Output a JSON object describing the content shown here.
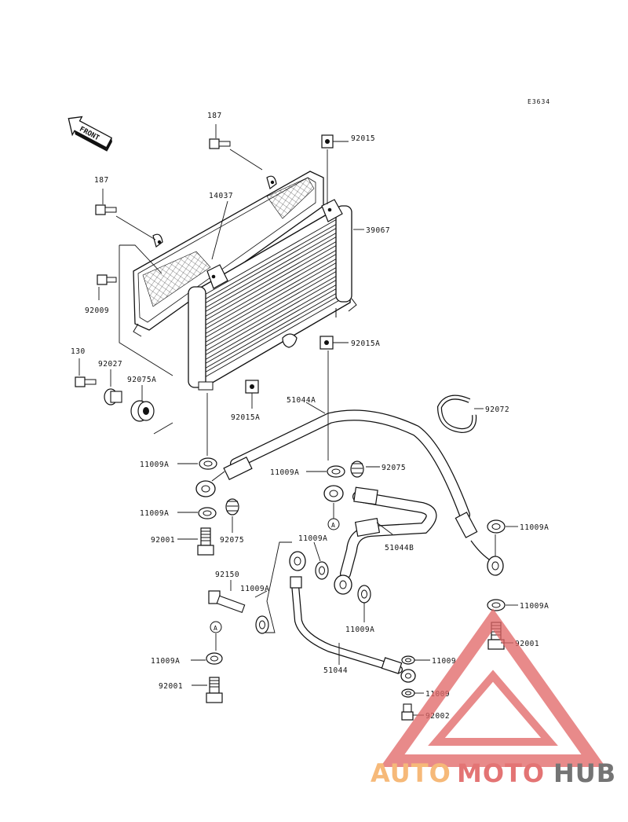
{
  "diagram_code": "E3634",
  "front_label": "FRONT",
  "parts": {
    "p187a": "187",
    "p187b": "187",
    "p14037": "14037",
    "p92015": "92015",
    "p39067": "39067",
    "p92009": "92009",
    "p92015A_1": "92015A",
    "p92015A_2": "92015A",
    "p130": "130",
    "p92027": "92027",
    "p92075A": "92075A",
    "p51044A": "51044A",
    "p92072": "92072",
    "p11009A_1": "11009A",
    "p11009A_2": "11009A",
    "p92075_1": "92075",
    "p11009A_3": "11009A",
    "p92001_1": "92001",
    "p92075_2": "92075",
    "p11009A_4": "11009A",
    "p51044B": "51044B",
    "p11009A_5": "11009A",
    "p92150": "92150",
    "p11009A_6": "11009A",
    "p11009A_7": "11009A",
    "p11009A_8": "11009A",
    "p92001_2": "92001",
    "p11009A_9": "11009A",
    "p51044": "51044",
    "p11009_1": "11009",
    "p92001_3": "92001",
    "p11009_2": "11009",
    "p92002": "92002",
    "ref_a1": "A",
    "ref_a2": "A"
  },
  "watermark": {
    "part1": "AUTO",
    "part2": "MOTO",
    "part3": "HUB"
  },
  "colors": {
    "ink": "#111111",
    "watermark_auto": "#f6b26b",
    "watermark_moto": "#e06666",
    "watermark_hub": "#666666",
    "watermark_triangle": "#e06666"
  }
}
